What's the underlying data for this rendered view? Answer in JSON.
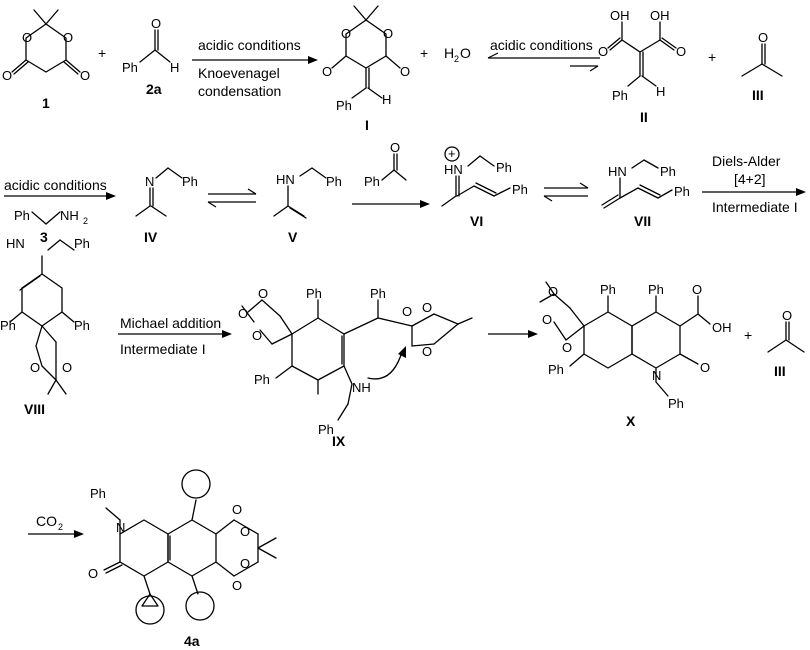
{
  "scheme": {
    "compounds": {
      "c1": "1",
      "c2a": "2a",
      "cI": "I",
      "cII": "II",
      "cIII_a": "III",
      "c3": "3",
      "cIV": "IV",
      "cV": "V",
      "cVI": "VI",
      "cVII": "VII",
      "cVIII": "VIII",
      "cIX": "IX",
      "cX": "X",
      "cIII_b": "III",
      "c4a": "4a"
    },
    "conditions": {
      "step1_top": "acidic conditions",
      "step1_bot1": "Knoevenagel",
      "step1_bot2": "condensation",
      "step2_top": "acidic conditions",
      "step3_top": "acidic conditions",
      "step6_top1": "Diels-Alder",
      "step6_top2": "[4+2]",
      "step6_bot": "Intermediate I",
      "step7_top": "Michael addition",
      "step7_bot": "Intermediate I",
      "step9_top": "CO",
      "step9_sub": "2"
    },
    "labels": {
      "plus": "+",
      "water": "H",
      "water_sub": "2",
      "water_o": "O",
      "Ph": "Ph",
      "H": "H",
      "O": "O",
      "OH": "OH",
      "N": "N",
      "HN": "HN",
      "NH": "NH",
      "NH2": "NH",
      "NH2_sub": "2",
      "charge": "+"
    }
  }
}
